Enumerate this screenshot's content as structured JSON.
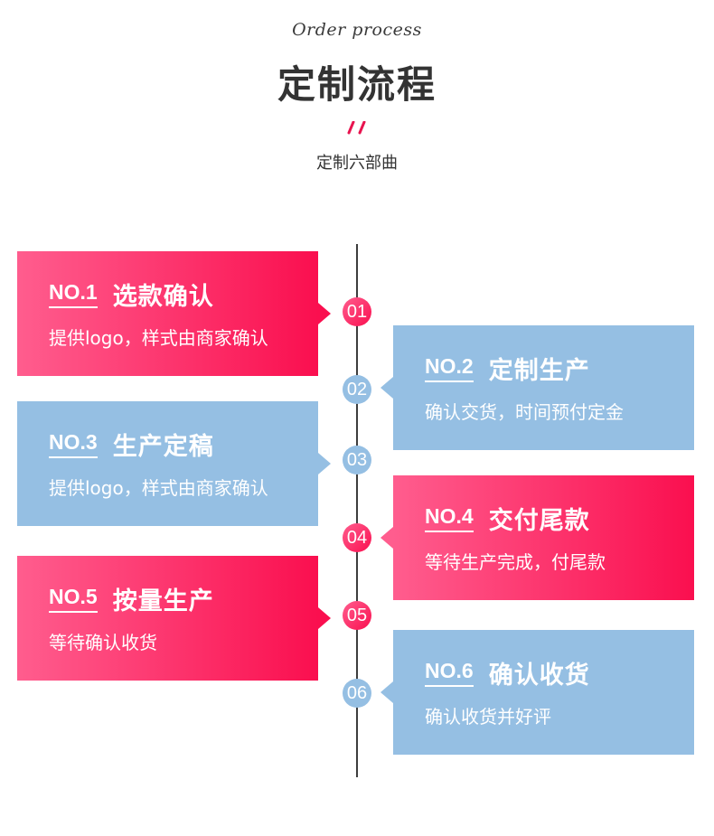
{
  "header": {
    "script_title": "Order process",
    "title": "定制流程",
    "subtitle": "定制六部曲"
  },
  "colors": {
    "pink_start": "#ff5d8e",
    "pink_end": "#fa0f4f",
    "blue": "#95bfe3",
    "line": "#3d3d3d"
  },
  "steps": [
    {
      "number": "NO.1",
      "title": "选款确认",
      "description": "提供logo，样式由商家确认",
      "circle": "01",
      "side": "left",
      "color": "pink"
    },
    {
      "number": "NO.2",
      "title": "定制生产",
      "description": "确认交货，时间预付定金",
      "circle": "02",
      "side": "right",
      "color": "blue"
    },
    {
      "number": "NO.3",
      "title": "生产定稿",
      "description": "提供logo，样式由商家确认",
      "circle": "03",
      "side": "left",
      "color": "blue"
    },
    {
      "number": "NO.4",
      "title": "交付尾款",
      "description": "等待生产完成，付尾款",
      "circle": "04",
      "side": "right",
      "color": "pink"
    },
    {
      "number": "NO.5",
      "title": "按量生产",
      "description": "等待确认收货",
      "circle": "05",
      "side": "left",
      "color": "pink"
    },
    {
      "number": "NO.6",
      "title": "确认收货",
      "description": "确认收货并好评",
      "circle": "06",
      "side": "right",
      "color": "blue"
    }
  ]
}
